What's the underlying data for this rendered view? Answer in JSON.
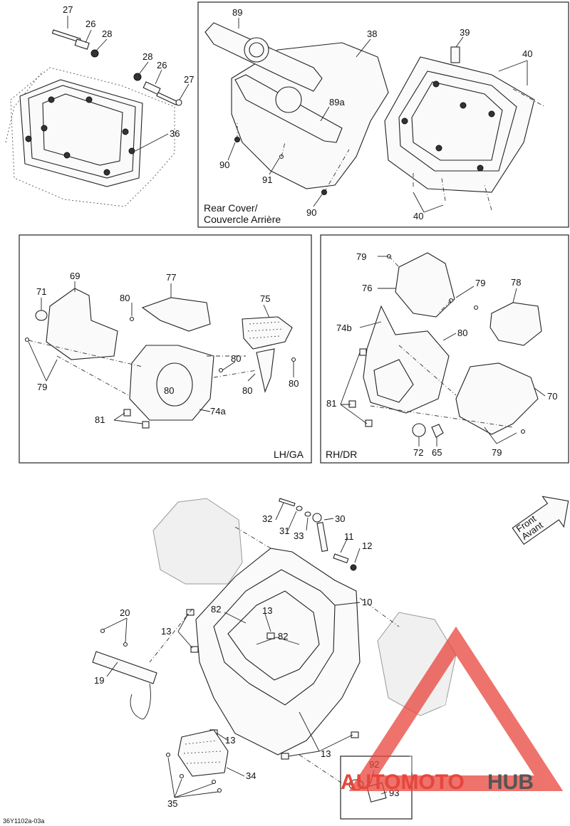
{
  "panels": {
    "rear_cover": {
      "caption_line1": "Rear Cover/",
      "caption_line2": "Couvercle Arrière",
      "callouts": [
        "89",
        "38",
        "39",
        "40",
        "89a",
        "90",
        "91",
        "90",
        "40"
      ]
    },
    "top_left": {
      "callouts": [
        "27",
        "26",
        "28",
        "28",
        "26",
        "27",
        "36"
      ]
    },
    "lh": {
      "caption": "LH/GA",
      "callouts": [
        "69",
        "77",
        "75",
        "71",
        "80",
        "80",
        "79",
        "80",
        "80",
        "80",
        "81",
        "74a"
      ]
    },
    "rh": {
      "caption": "RH/DR",
      "callouts": [
        "79",
        "76",
        "79",
        "78",
        "74b",
        "80",
        "81",
        "70",
        "72",
        "65",
        "79"
      ]
    },
    "main": {
      "callouts": [
        "32",
        "30",
        "31",
        "33",
        "11",
        "12",
        "10",
        "20",
        "82",
        "13",
        "13",
        "82",
        "19",
        "13",
        "13",
        "34",
        "35",
        "92",
        "93"
      ],
      "front_line1": "Front",
      "front_line2": "Avant"
    }
  },
  "figure_code": "36Y1102a-03a",
  "watermark": {
    "text_a": "AUTOMOTO",
    "text_b": "HUB",
    "color_a": "#e8453c",
    "color_b": "#555555"
  }
}
